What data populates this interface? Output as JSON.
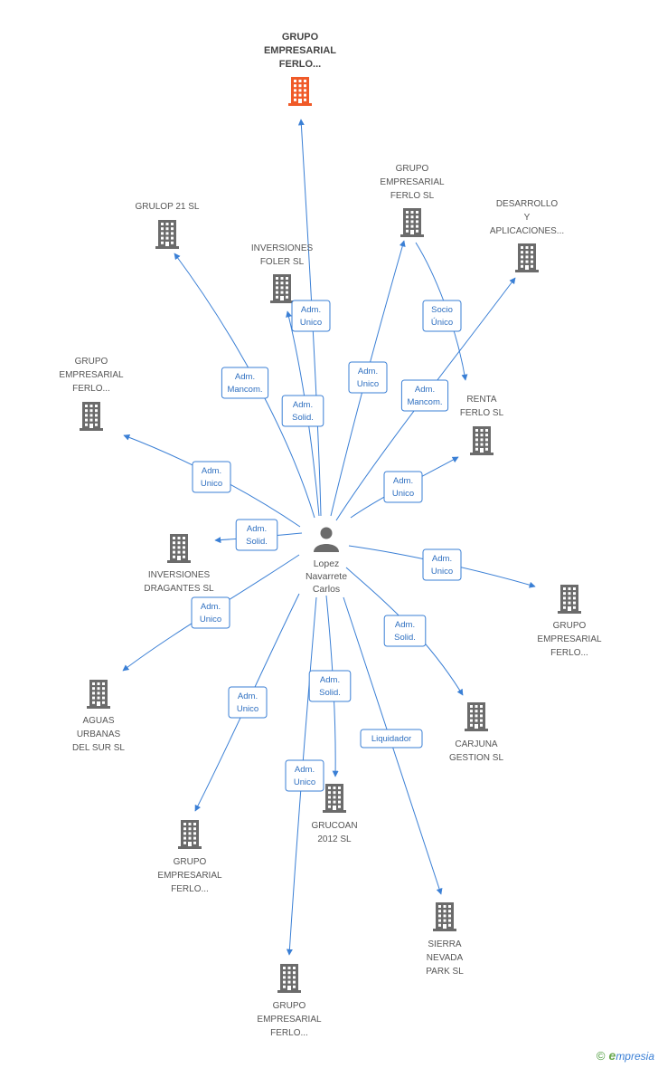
{
  "center": {
    "label_lines": [
      "Lopez",
      "Navarrete",
      "Carlos"
    ]
  },
  "companies": [
    {
      "id": "c0",
      "label_lines": [
        "GRUPO",
        "EMPRESARIAL",
        "FERLO..."
      ],
      "highlight": true
    },
    {
      "id": "c1",
      "label_lines": [
        "GRULOP 21 SL"
      ]
    },
    {
      "id": "c2",
      "label_lines": [
        "INVERSIONES",
        "FOLER SL"
      ]
    },
    {
      "id": "c3",
      "label_lines": [
        "GRUPO",
        "EMPRESARIAL",
        "FERLO SL"
      ]
    },
    {
      "id": "c4",
      "label_lines": [
        "DESARROLLO",
        "Y",
        "APLICACIONES..."
      ]
    },
    {
      "id": "c5",
      "label_lines": [
        "GRUPO",
        "EMPRESARIAL",
        "FERLO..."
      ]
    },
    {
      "id": "c6",
      "label_lines": [
        "RENTA",
        "FERLO SL"
      ]
    },
    {
      "id": "c7",
      "label_lines": [
        "INVERSIONES",
        "DRAGANTES SL"
      ]
    },
    {
      "id": "c8",
      "label_lines": [
        "GRUPO",
        "EMPRESARIAL",
        "FERLO..."
      ]
    },
    {
      "id": "c9",
      "label_lines": [
        "AGUAS",
        "URBANAS",
        "DEL SUR SL"
      ]
    },
    {
      "id": "c10",
      "label_lines": [
        "CARJUNA",
        "GESTION SL"
      ]
    },
    {
      "id": "c11",
      "label_lines": [
        "GRUPO",
        "EMPRESARIAL",
        "FERLO..."
      ]
    },
    {
      "id": "c12",
      "label_lines": [
        "GRUCOAN",
        "2012 SL"
      ]
    },
    {
      "id": "c13",
      "label_lines": [
        "SIERRA",
        "NEVADA",
        "PARK SL"
      ]
    },
    {
      "id": "c14",
      "label_lines": [
        "GRUPO",
        "EMPRESARIAL",
        "FERLO..."
      ]
    }
  ],
  "edges": [
    {
      "target": "c0",
      "label_lines": [
        "Adm.",
        "Unico"
      ]
    },
    {
      "target": "c1",
      "label_lines": [
        "Adm.",
        "Mancom."
      ]
    },
    {
      "target": "c2",
      "label_lines": [
        "Adm.",
        "Solid."
      ]
    },
    {
      "target": "c3",
      "label_lines": [
        "Adm.",
        "Unico"
      ]
    },
    {
      "target": "c4",
      "label_lines": [
        "Adm.",
        "Mancom."
      ]
    },
    {
      "target": "c5",
      "label_lines": [
        "Adm.",
        "Unico"
      ]
    },
    {
      "target": "c6",
      "label_lines": [
        "Adm.",
        "Unico"
      ]
    },
    {
      "target": "c7",
      "label_lines": [
        "Adm.",
        "Solid."
      ]
    },
    {
      "target": "c8",
      "label_lines": [
        "Adm.",
        "Unico"
      ]
    },
    {
      "target": "c9",
      "label_lines": [
        "Adm.",
        "Unico"
      ]
    },
    {
      "target": "c10",
      "label_lines": [
        "Adm.",
        "Solid."
      ]
    },
    {
      "target": "c11",
      "label_lines": [
        "Adm.",
        "Unico"
      ]
    },
    {
      "target": "c12",
      "label_lines": [
        "Adm.",
        "Solid."
      ]
    },
    {
      "target": "c13",
      "label_lines": [
        "Liquidador"
      ]
    },
    {
      "target": "c14",
      "label_lines": [
        "Adm.",
        "Unico"
      ]
    },
    {
      "source": "c3",
      "target": "c6",
      "label_lines": [
        "Socio",
        "Único"
      ]
    }
  ],
  "colors": {
    "edge": "#3a7fd5",
    "building": "#6b6b6b",
    "building_highlight": "#f05a28"
  },
  "copyright": {
    "symbol": "©",
    "brand_initial": "e",
    "brand_rest": "mpresia"
  }
}
